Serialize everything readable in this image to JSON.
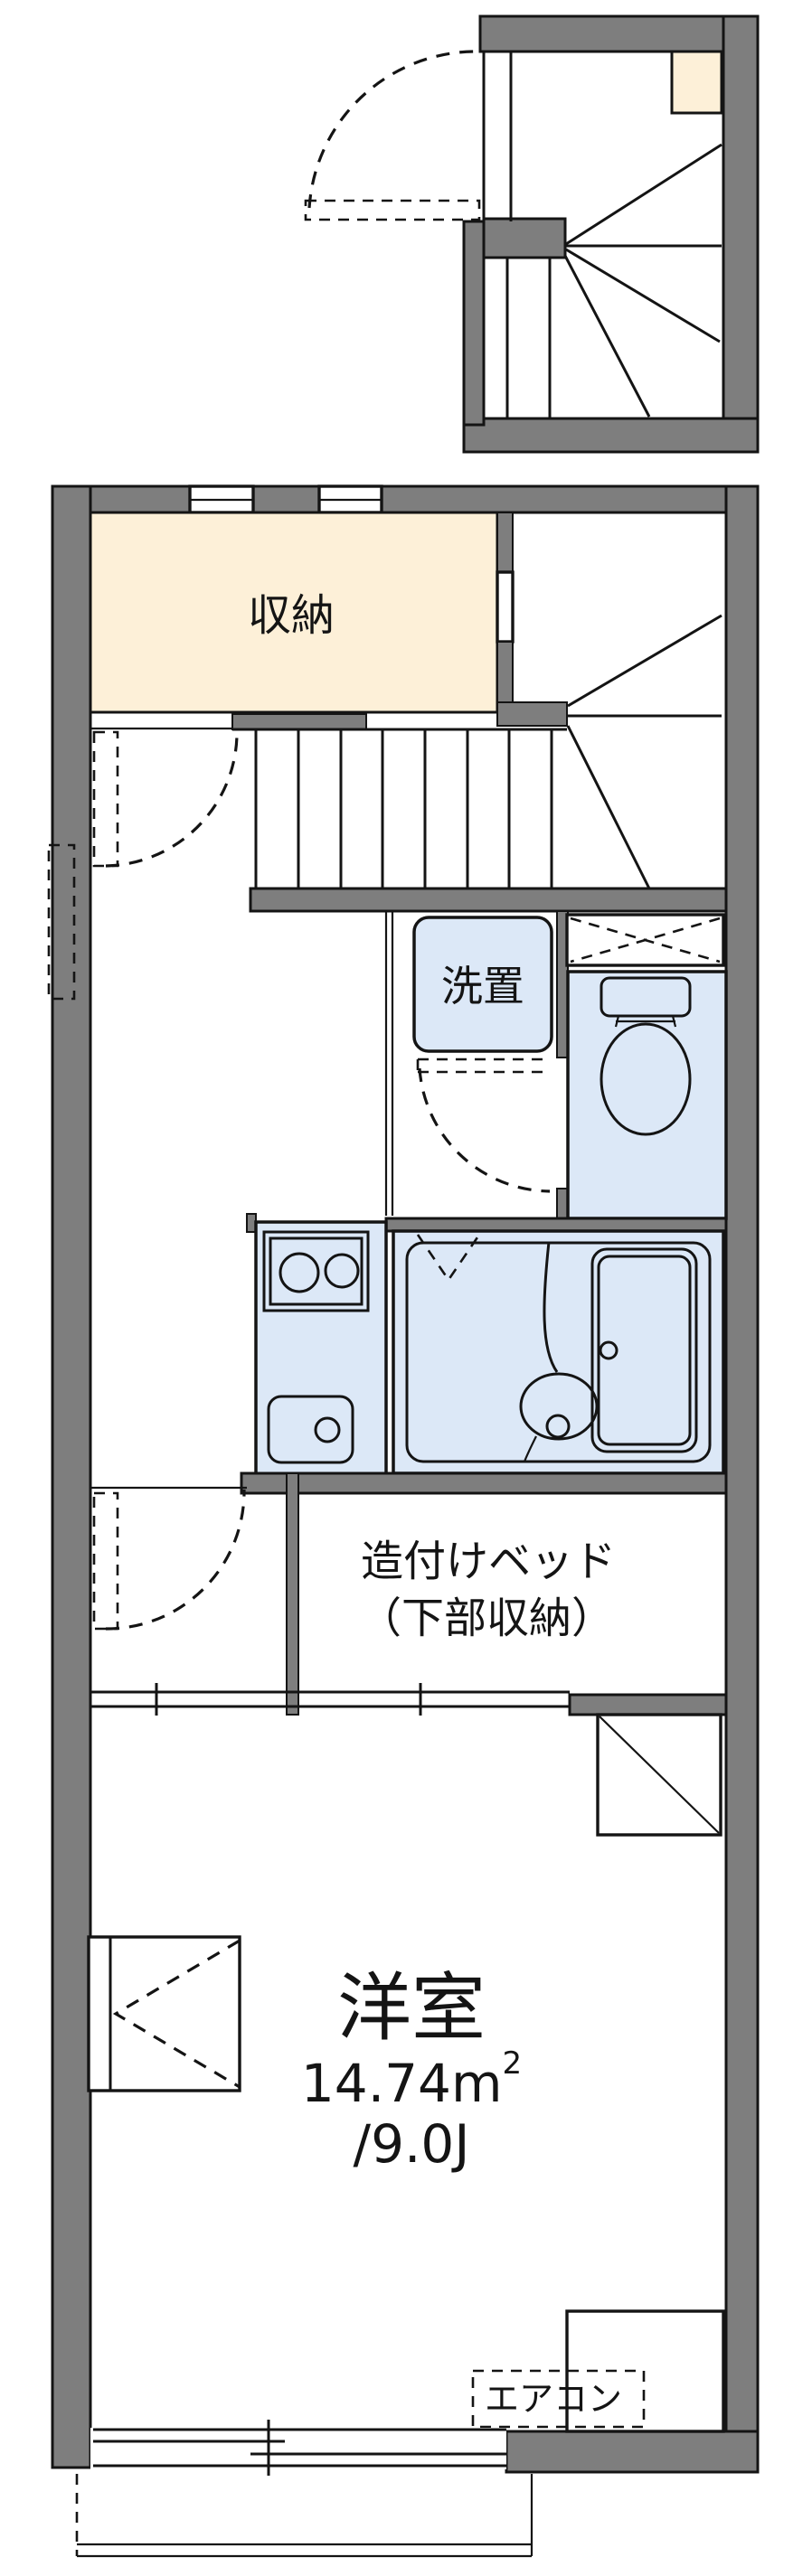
{
  "rooms": {
    "storage": "収納",
    "laundry": "洗置",
    "bed1": "造付けベッド",
    "bed2": "（下部収納）",
    "main_name": "洋室",
    "area_value": "14.74",
    "area_unit": "m",
    "area_sup": "2",
    "size_j": "/9.0J",
    "aircon": "エアコン"
  },
  "colors": {
    "wall": "#7e7e7e",
    "storage_fill": "#fdf0d8",
    "fixture_fill": "#dce8f7",
    "line": "#141414",
    "background": "#ffffff"
  }
}
